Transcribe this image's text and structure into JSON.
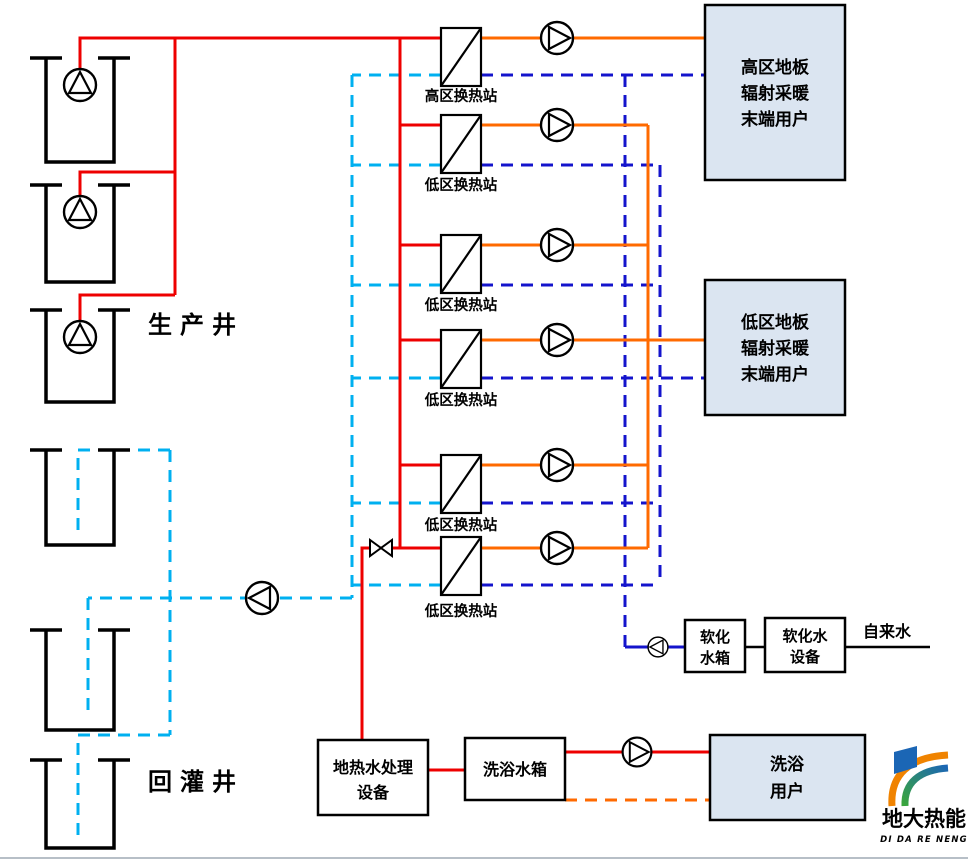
{
  "diagram": {
    "colors": {
      "primary_supply": "#ee0000",
      "secondary_supply": "#ff6a00",
      "secondary_return": "#1414cc",
      "reinjection_return": "#00b0f0",
      "pipe_black": "#000000",
      "user_box_fill": "#dbe5f1",
      "logo_blue": "#1460b8",
      "logo_orange": "#ee7d18"
    },
    "wells": {
      "production_label": "生产井",
      "reinjection_label": "回灌井"
    },
    "exchangers": [
      {
        "label": "高区换热站"
      },
      {
        "label": "低区换热站"
      },
      {
        "label": "低区换热站"
      },
      {
        "label": "低区换热站"
      },
      {
        "label": "低区换热站"
      },
      {
        "label": "低区换热站"
      }
    ],
    "user_boxes": {
      "high_zone": {
        "line1": "高区地板",
        "line2": "辐射采暖",
        "line3": "末端用户"
      },
      "low_zone": {
        "line1": "低区地板",
        "line2": "辐射采暖",
        "line3": "末端用户"
      },
      "bath": {
        "line1": "洗浴",
        "line2": "用户"
      }
    },
    "equipment": {
      "soft_water_tank": {
        "line1": "软化",
        "line2": "水箱"
      },
      "soft_water_device": {
        "line1": "软化水",
        "line2": "设备"
      },
      "geothermal_treatment": {
        "line1": "地热水处理",
        "line2": "设备"
      },
      "bath_tank": {
        "line1": "洗浴水箱"
      }
    },
    "tap_water_label": "自来水",
    "logo": {
      "name": "地大热能",
      "subtitle": "DI DA RE NENG"
    }
  }
}
